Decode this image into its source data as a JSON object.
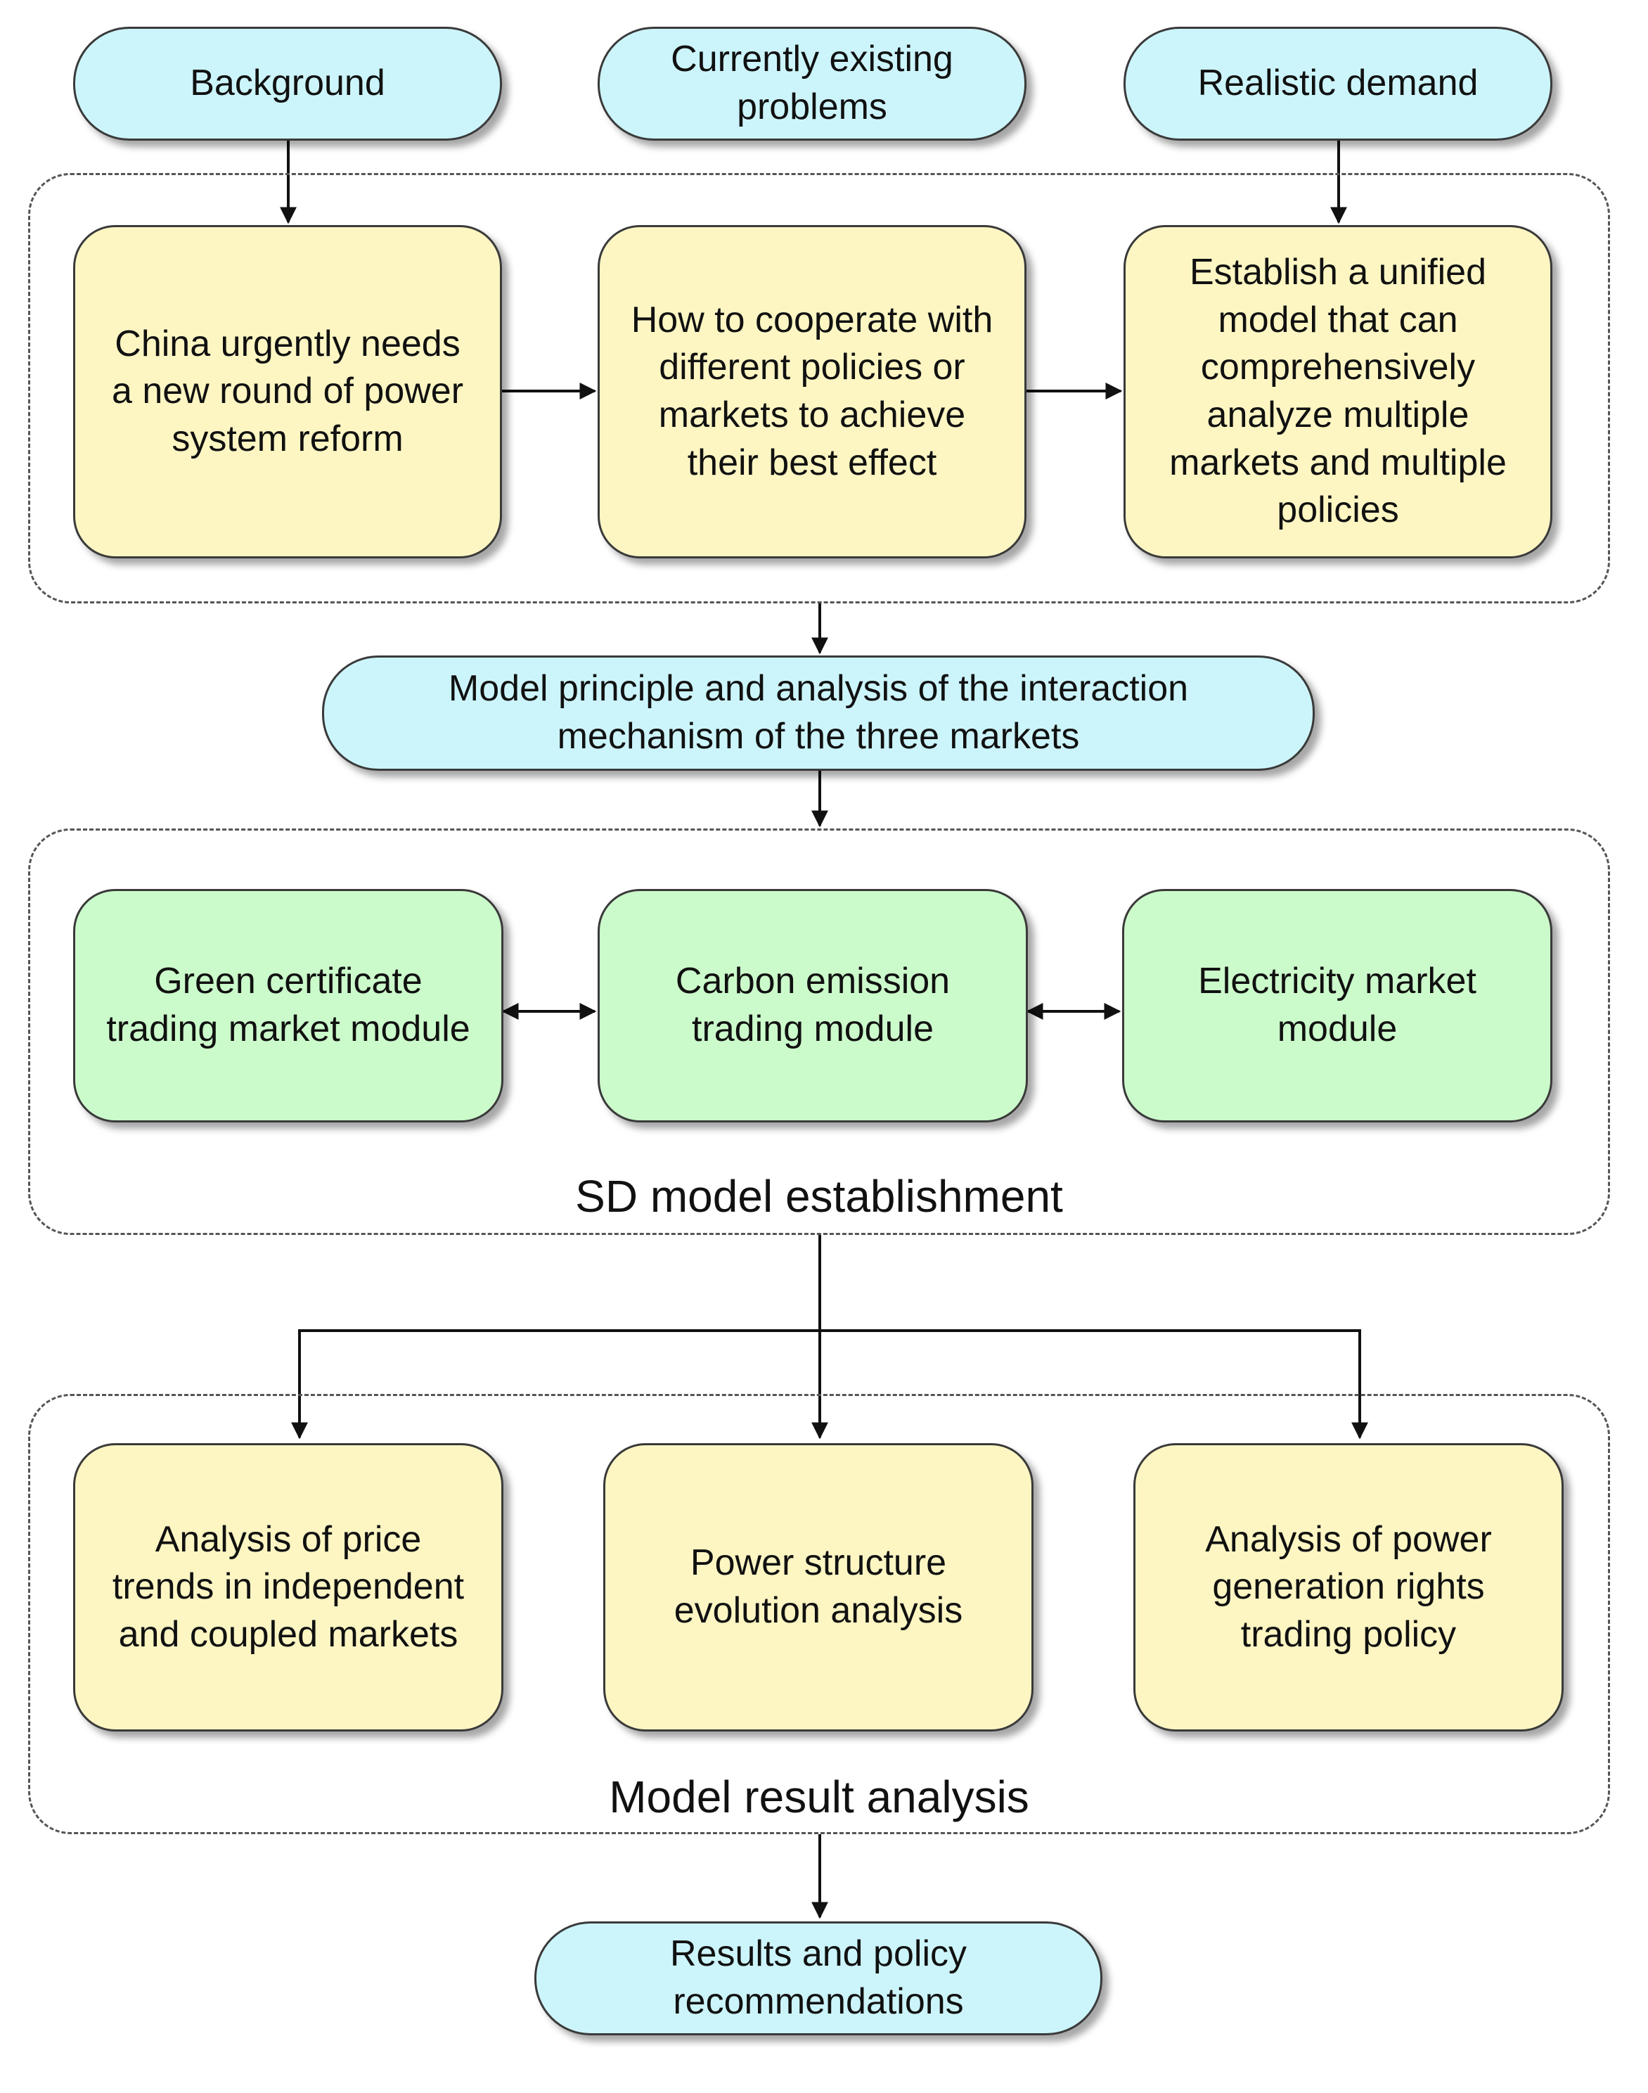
{
  "nodes": {
    "background": "Background",
    "currently_existing_problems": "Currently existing\nproblems",
    "realistic_demand": "Realistic demand",
    "china_reform": "China urgently needs\na new round of power\nsystem reform",
    "how_to_cooperate": "How to cooperate with\ndifferent policies or\nmarkets to achieve\ntheir best effect",
    "establish_unified_model": "Establish a unified\nmodel that can\ncomprehensively\nanalyze multiple\nmarkets and multiple\npolicies",
    "model_principle": "Model principle and analysis of the interaction\nmechanism of the three markets",
    "green_certificate": "Green certificate\ntrading market module",
    "carbon_emission": "Carbon emission\ntrading module",
    "electricity_market": "Electricity market\nmodule",
    "price_trends": "Analysis of price\ntrends in independent\nand coupled markets",
    "power_structure": "Power structure\nevolution analysis",
    "generation_rights": "Analysis of power\ngeneration rights\ntrading policy",
    "results_recommendations": "Results and policy\nrecommendations"
  },
  "groups": {
    "sd_model": "SD model establishment",
    "result_analysis": "Model result analysis"
  },
  "colors": {
    "pill_fill": "#ccf5fb",
    "yellow_fill": "#fdf6c3",
    "green_fill": "#ccfbcb",
    "border": "#3a3a3a",
    "dashed_border": "#555555"
  }
}
